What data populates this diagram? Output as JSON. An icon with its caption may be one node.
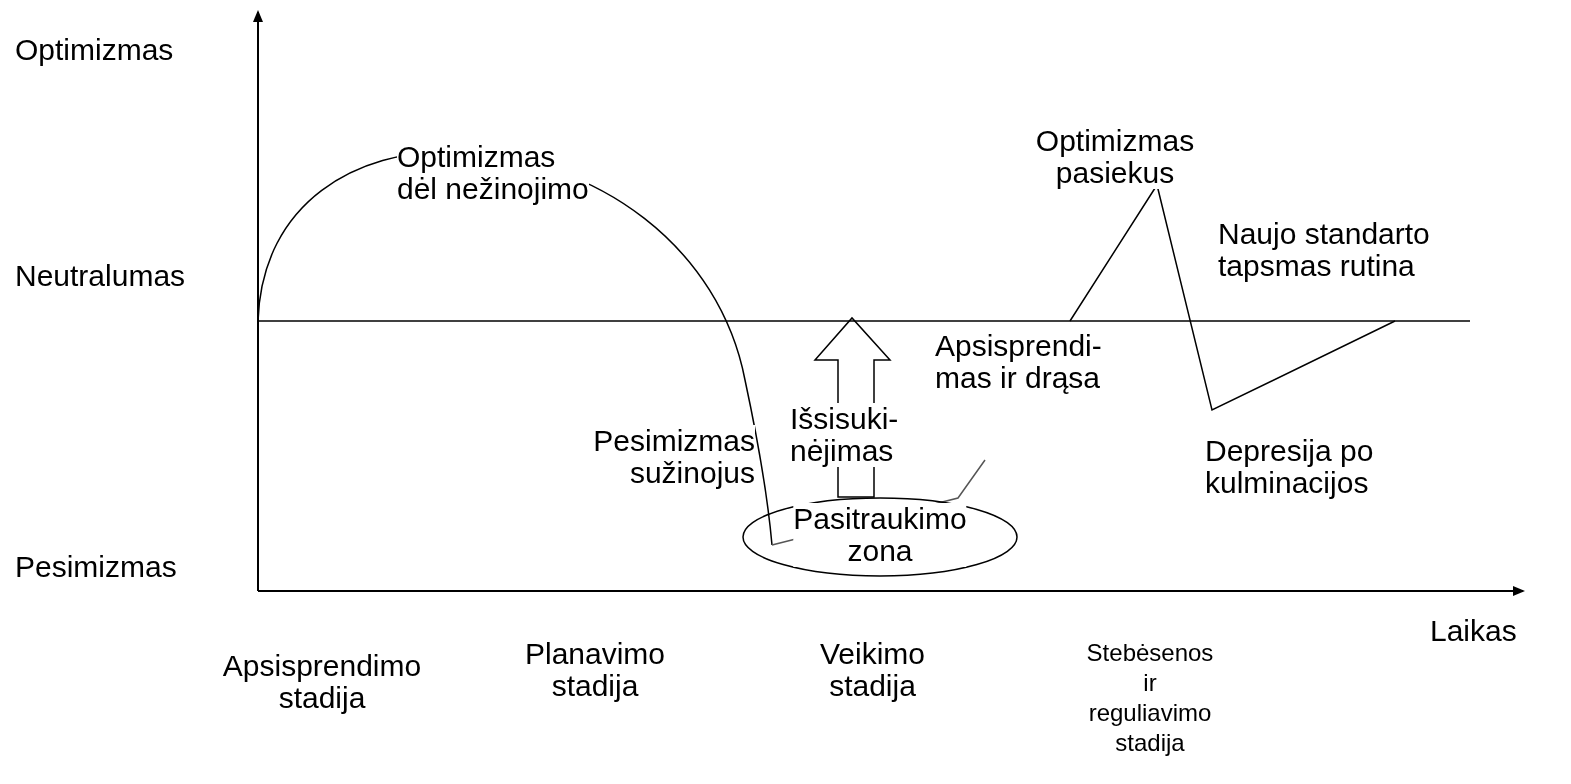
{
  "diagram": {
    "nodes": [
      {
        "text": [
          "Pasitraukimo zona"
        ]
      }
    ],
    "labels": [
      "Optimizmas",
      "Optimizmas pasiekus",
      "Optimizmas dėl nežinojimo",
      "Naujo standarto tapsmas rutina",
      "Neutralumas",
      "Apsisprendi-mas ir drąsa",
      "Išsisuki-nėjimas",
      "Pesimizmas sužinojus",
      "Depresija po kulminacijos",
      "Pesimizmas",
      "Laikas",
      "Apsisprendimo stadija",
      "Planavimo stadija",
      "Veikimo stadija",
      "Stebėsenos ir reguliavimo stadija"
    ]
  }
}
